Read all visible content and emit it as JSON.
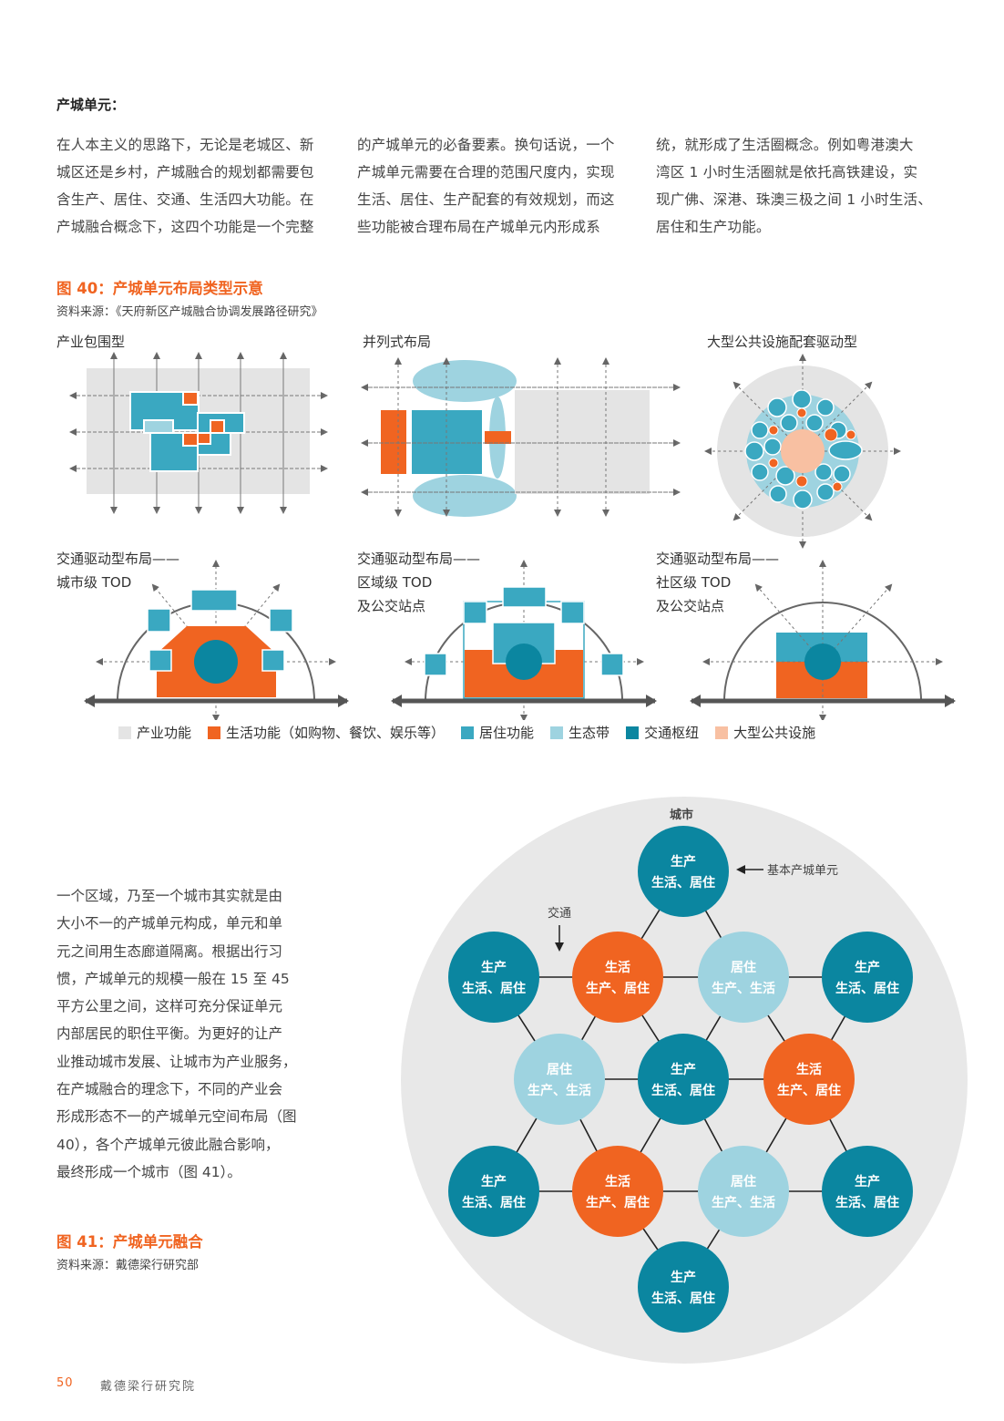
{
  "heading": "产城单元：",
  "columns": [
    [
      "在人本主义的思路下，无论是老城区、新",
      "城区还是乡村，产城融合的规划都需要包",
      "含生产、居住、交通、生活四大功能。在",
      "产城融合概念下，这四个功能是一个完整"
    ],
    [
      "的产城单元的必备要素。换句话说，一个",
      "产城单元需要在合理的范围尺度内，实现",
      "生活、居住、生产配套的有效规划，而这",
      "些功能被合理布局在产城单元内形成系"
    ],
    [
      "统，就形成了生活圈概念。例如粤港澳大",
      "湾区 1 小时生活圈就是依托高铁建设，实",
      "现广佛、深港、珠澳三极之间 1 小时生活、",
      "居住和生产功能。"
    ]
  ],
  "fig40": {
    "title": "图 40：产城单元布局类型示意",
    "source": "资料来源：《天府新区产城融合协调发展路径研究》",
    "panels": {
      "p1": [
        "产业包围型"
      ],
      "p2": [
        "并列式布局"
      ],
      "p3": [
        "大型公共设施配套驱动型"
      ],
      "p4": [
        "交通驱动型布局——",
        "城市级 TOD"
      ],
      "p5": [
        "交通驱动型布局——",
        "区域级 TOD",
        "及公交站点"
      ],
      "p6": [
        "交通驱动型布局——",
        "社区级 TOD",
        "及公交站点"
      ]
    },
    "legend": [
      {
        "label": "产业功能",
        "color": "#e4e4e4"
      },
      {
        "label": "生活功能（如购物、餐饮、娱乐等）",
        "color": "#f06421"
      },
      {
        "label": "居住功能",
        "color": "#3aa8c1"
      },
      {
        "label": "生态带",
        "color": "#9ed3e0"
      },
      {
        "label": "交通枢纽",
        "color": "#0b86a0"
      },
      {
        "label": "大型公共设施",
        "color": "#f8c0a2"
      }
    ]
  },
  "body2": [
    "一个区域，乃至一个城市其实就是由",
    "大小不一的产城单元构成，单元和单",
    "元之间用生态廊道隔离。根据出行习",
    "惯，产城单元的规模一般在 15 至 45",
    "平方公里之间，这样可充分保证单元",
    "内部居民的职住平衡。为更好的让产",
    "业推动城市发展、让城市为产业服务，",
    "在产城融合的理念下，不同的产业会",
    "形成形态不一的产城单元空间布局（图",
    "40），各个产城单元彼此融合影响，",
    "最终形成一个城市（图 41）。"
  ],
  "fig41": {
    "title": "图 41：产城单元融合",
    "source": "资料来源：戴德梁行研究部",
    "city_label": "城市",
    "basic_unit_label": "基本产城单元",
    "transport_label": "交通",
    "nodes": [
      {
        "id": "top",
        "l1": "生产",
        "l2": "生活、居住",
        "type": "dark"
      },
      {
        "id": "ul",
        "l1": "生产",
        "l2": "生活、居住",
        "type": "dark"
      },
      {
        "id": "uml",
        "l1": "生活",
        "l2": "生产、居住",
        "type": "orange"
      },
      {
        "id": "umr",
        "l1": "居住",
        "l2": "生产、生活",
        "type": "light"
      },
      {
        "id": "ur",
        "l1": "生产",
        "l2": "生活、居住",
        "type": "dark"
      },
      {
        "id": "ml",
        "l1": "居住",
        "l2": "生产、生活",
        "type": "light"
      },
      {
        "id": "center",
        "l1": "生产",
        "l2": "生活、居住",
        "type": "dark"
      },
      {
        "id": "mr",
        "l1": "生活",
        "l2": "生产、居住",
        "type": "orange"
      },
      {
        "id": "ll",
        "l1": "生产",
        "l2": "生活、居住",
        "type": "dark"
      },
      {
        "id": "lml",
        "l1": "生活",
        "l2": "生产、居住",
        "type": "orange"
      },
      {
        "id": "lmr",
        "l1": "居住",
        "l2": "生产、生活",
        "type": "light"
      },
      {
        "id": "lr",
        "l1": "生产",
        "l2": "生活、居住",
        "type": "dark"
      },
      {
        "id": "bottom",
        "l1": "生产",
        "l2": "生活、居住",
        "type": "dark"
      }
    ],
    "colors": {
      "dark": "#0b86a0",
      "orange": "#f06421",
      "light": "#9ed3e0",
      "bg": "#e8e8e8"
    }
  },
  "footer": {
    "page": "50",
    "org": "戴德梁行研究院"
  }
}
